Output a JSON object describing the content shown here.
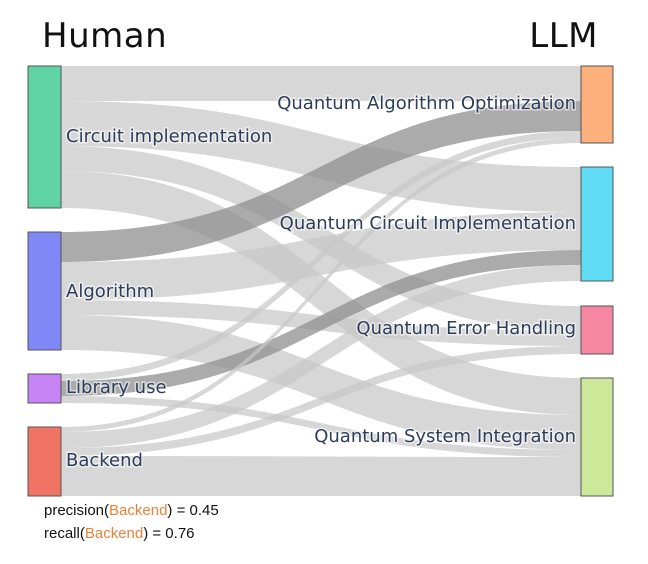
{
  "header": {
    "left": "Human",
    "right": "LLM"
  },
  "colors": {
    "link": "#c8c8c8",
    "link_highlight": "#8f8f8f",
    "metric_highlight": "#e8833a",
    "label": "#2e3e5a"
  },
  "left_nodes": [
    {
      "id": "circuit",
      "label": "Circuit implementation",
      "color": "#5fd3a5"
    },
    {
      "id": "algorithm",
      "label": "Algorithm",
      "color": "#8088f7"
    },
    {
      "id": "library",
      "label": "Library use",
      "color": "#c684f5"
    },
    {
      "id": "backend",
      "label": "Backend",
      "color": "#ef7463"
    }
  ],
  "right_nodes": [
    {
      "id": "opt",
      "label": "Quantum Algorithm Optimization",
      "color": "#fdb07c"
    },
    {
      "id": "impl",
      "label": "Quantum Circuit Implementation",
      "color": "#5fdcf4"
    },
    {
      "id": "err",
      "label": "Quantum Error Handling",
      "color": "#f587a3"
    },
    {
      "id": "sys",
      "label": "Quantum System Integration",
      "color": "#cce99a"
    }
  ],
  "metrics": {
    "precision_prefix": "precision(",
    "recall_prefix": "recall(",
    "class_name": "Backend",
    "precision_suffix": ") = 0.45",
    "recall_suffix": ") = 0.76"
  }
}
